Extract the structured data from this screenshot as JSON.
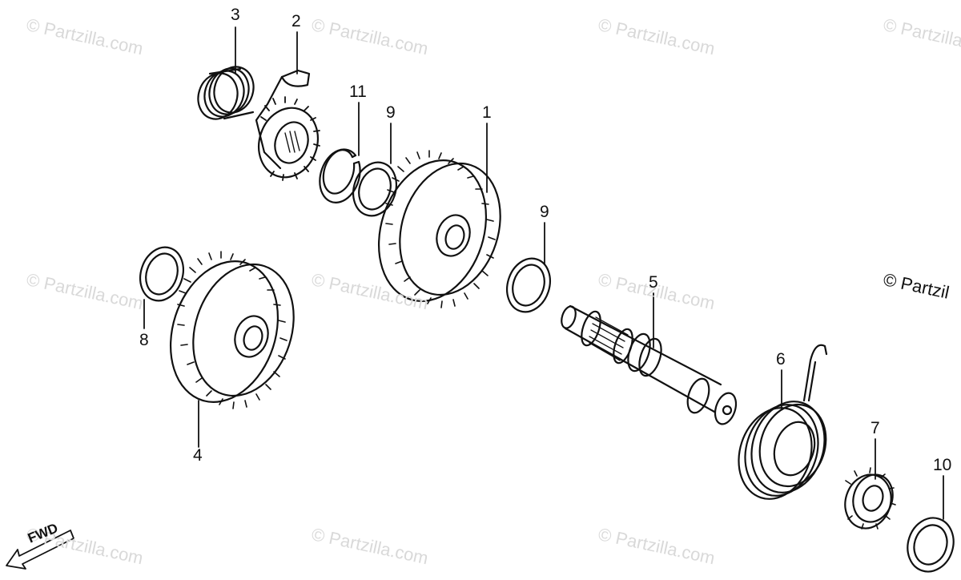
{
  "watermark_text": "© Partzilla.com",
  "copyright_note": "© Partzil",
  "fwd_label": "FWD",
  "callouts": [
    {
      "id": "3",
      "text": "3"
    },
    {
      "id": "2",
      "text": "2"
    },
    {
      "id": "11",
      "text": "11"
    },
    {
      "id": "9a",
      "text": "9"
    },
    {
      "id": "1",
      "text": "1"
    },
    {
      "id": "9b",
      "text": "9"
    },
    {
      "id": "8",
      "text": "8"
    },
    {
      "id": "5",
      "text": "5"
    },
    {
      "id": "4",
      "text": "4"
    },
    {
      "id": "6",
      "text": "6"
    },
    {
      "id": "7",
      "text": "7"
    },
    {
      "id": "10",
      "text": "10"
    }
  ]
}
